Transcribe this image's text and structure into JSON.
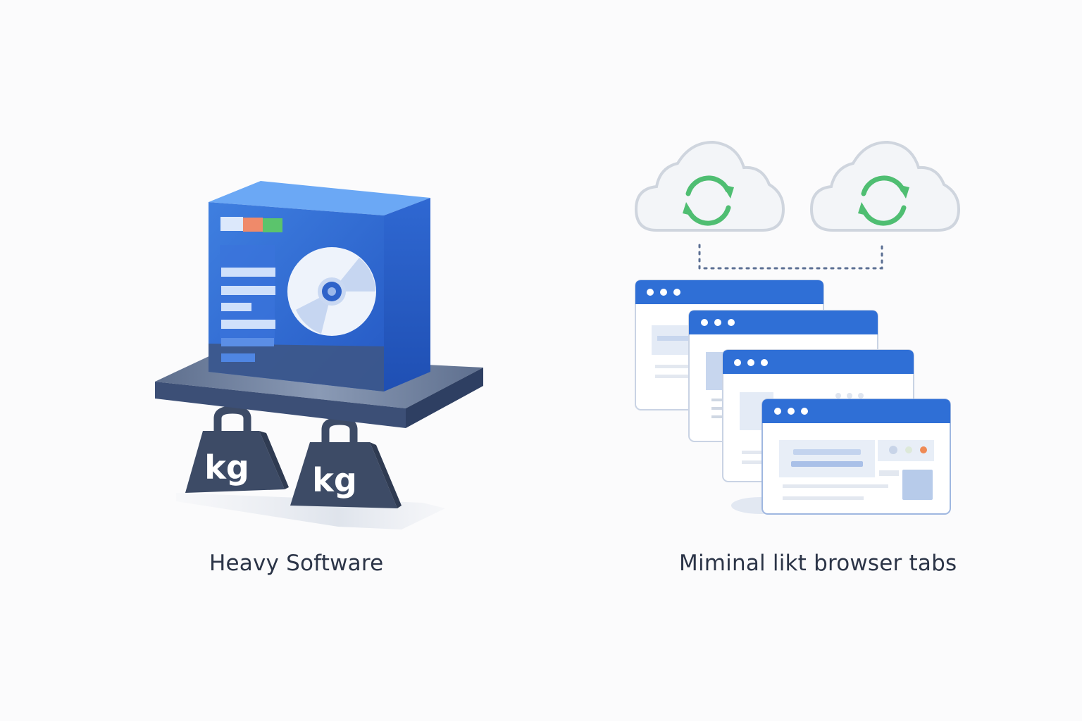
{
  "left_panel": {
    "caption": "Heavy Software",
    "weights": [
      {
        "label": "kg"
      },
      {
        "label": "kg"
      }
    ]
  },
  "right_panel": {
    "caption": "Miminal likt browser tabs",
    "clouds": [
      {
        "icon": "sync-icon"
      },
      {
        "icon": "sync-icon"
      }
    ],
    "browser_window_count": 4
  },
  "colors": {
    "primary_blue": "#2f6fd6",
    "dark_slate": "#3d4b66",
    "sync_green": "#4fbe72",
    "accent_orange": "#ef8a55",
    "cloud_fill": "#f3f5f8",
    "cloud_stroke": "#cfd5de",
    "caption_text": "#2b3447"
  }
}
